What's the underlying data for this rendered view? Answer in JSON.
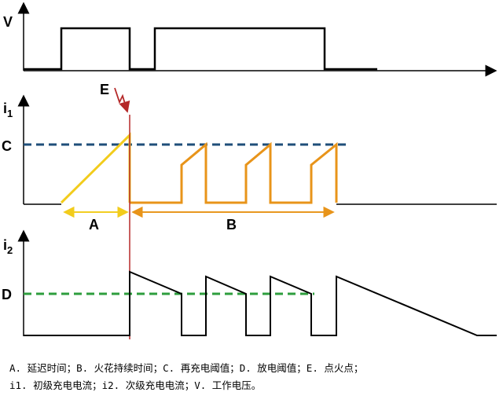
{
  "labels": {
    "v": "V",
    "i1": "i",
    "i1_sub": "1",
    "i2": "i",
    "i2_sub": "2",
    "c": "C",
    "d": "D",
    "e": "E",
    "a": "A",
    "b": "B"
  },
  "caption": {
    "line1": "A. 延迟时间；B. 火花持续时间；C. 再充电阈值；D. 放电阈值；E. 点火点；",
    "line2": "i1. 初级充电电流；i2. 次级充电电流；V. 工作电压。"
  },
  "colors": {
    "c_threshold": "#1f4e79",
    "d_threshold": "#2e9e3e",
    "charge_a": "#f2cc1c",
    "charge_b": "#e8941a",
    "ignition_line": "#b52a2a",
    "trace": "#000000"
  }
}
